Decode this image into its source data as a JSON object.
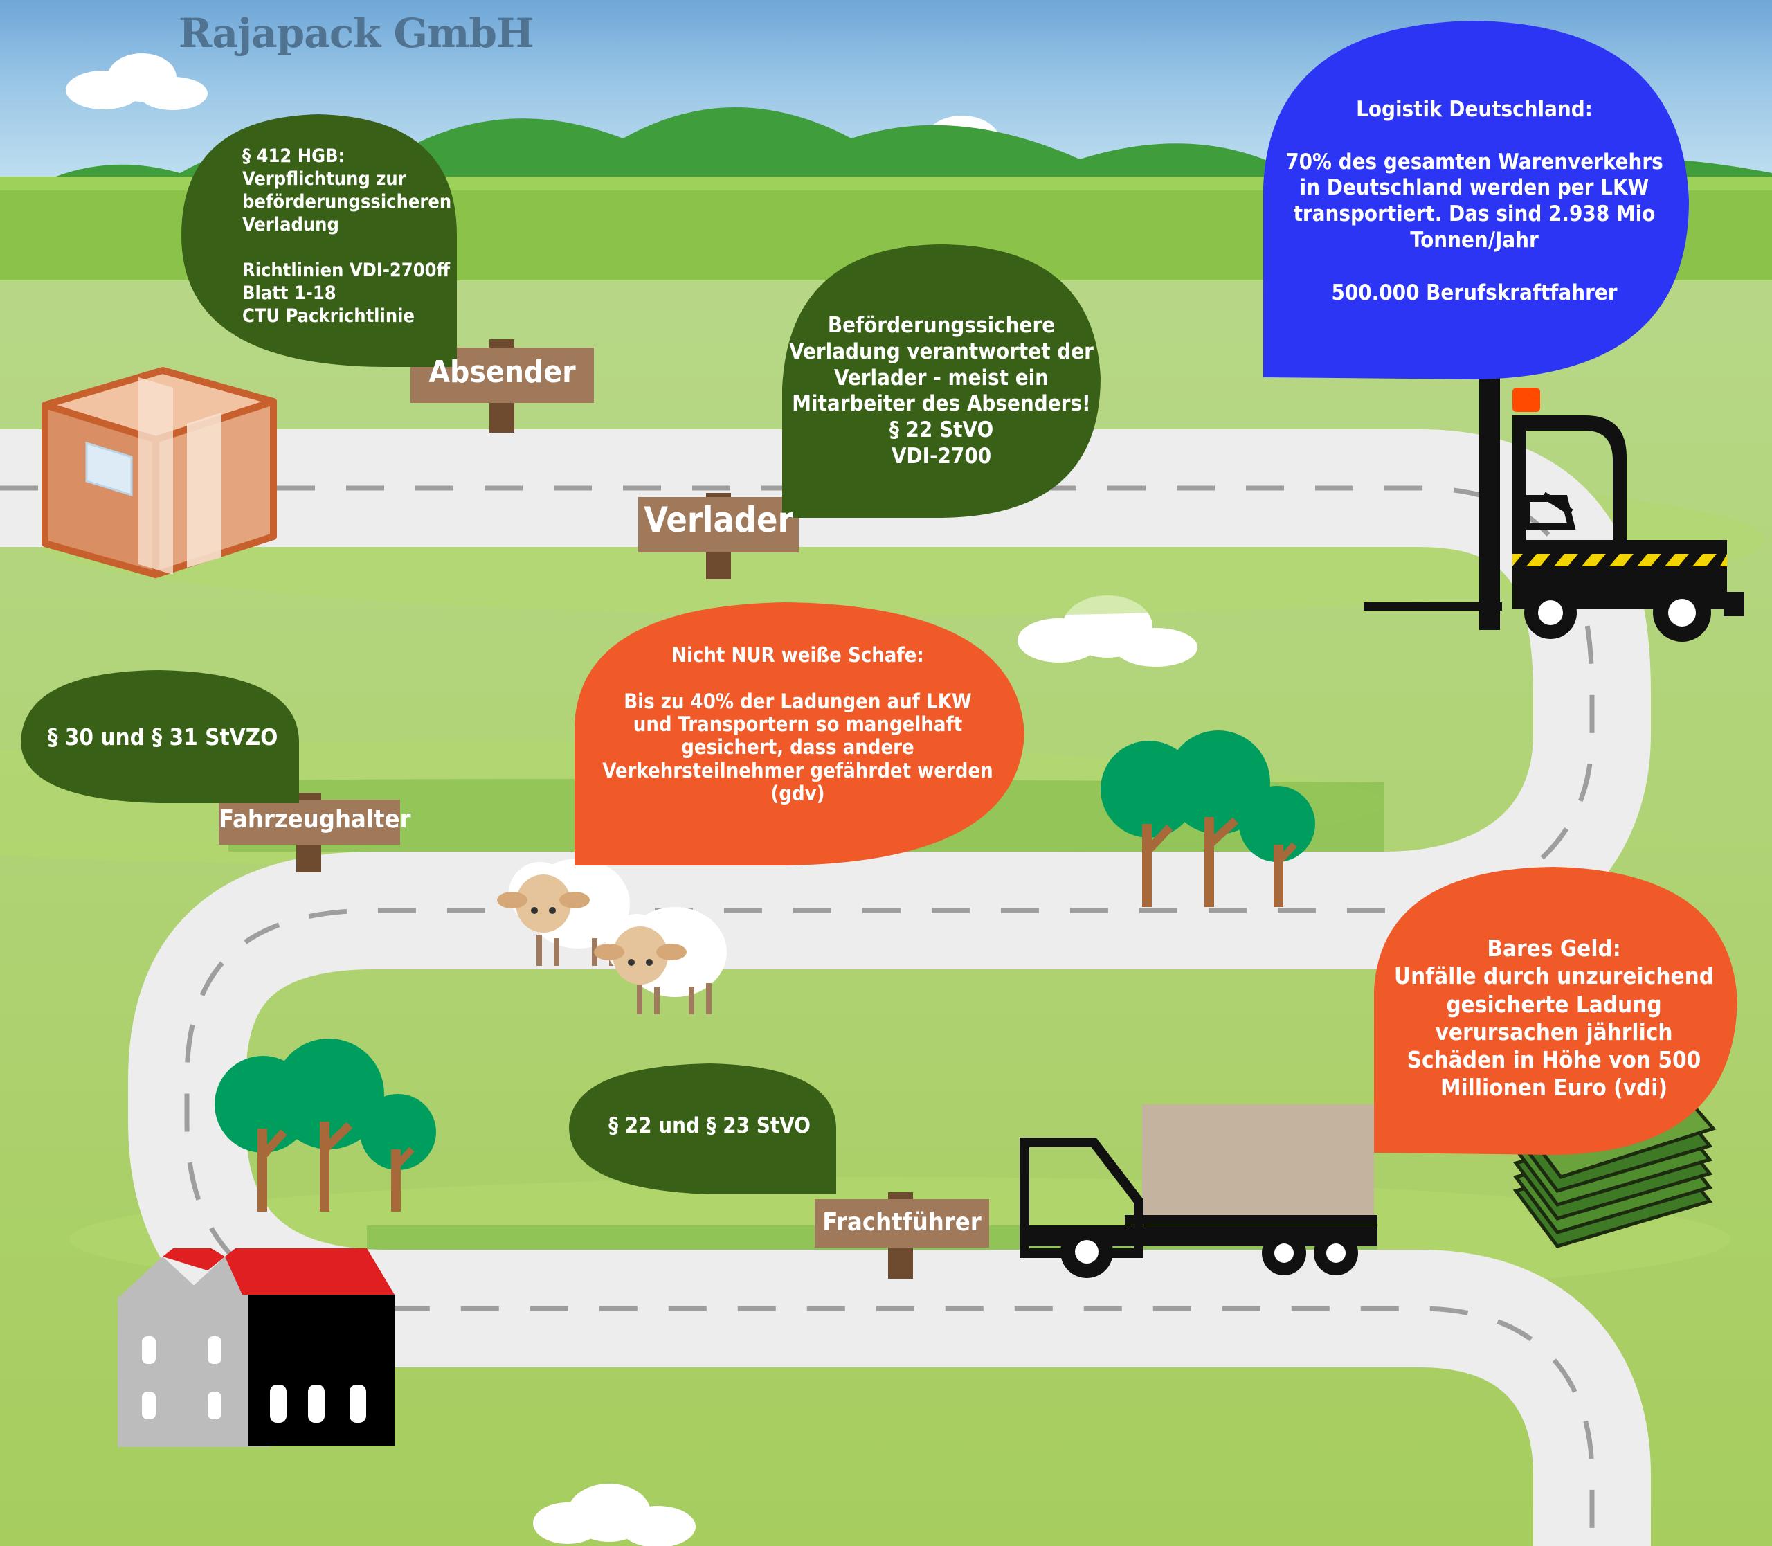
{
  "brand": "Rajapack GmbH",
  "bubbles": {
    "absender_info": "§ 412 HGB:\nVerpflichtung zur\nbeförderungssicheren\nVerladung\n\nRichtlinien VDI-2700ff\nBlatt 1-18\nCTU Packrichtlinie",
    "verlader_info": "Beförderungssichere\nVerladung verantwortet der\nVerlader - meist ein\nMitarbeiter des Absenders!\n§ 22 StVO\nVDI-2700",
    "logistik_info": "Logistik Deutschland:\n\n70% des gesamten Warenverkehrs\nin Deutschland werden per LKW\ntransportiert. Das sind 2.938 Mio\nTonnen/Jahr\n\n500.000 Berufskraftfahrer",
    "fahrzeughalter_info": "§ 30 und § 31 StVZO",
    "schafe_info": "Nicht NUR weiße Schafe:\n\nBis zu 40% der Ladungen auf LKW\nund Transportern so mangelhaft\ngesichert, dass andere\nVerkehrsteilnehmer gefährdet werden\n(gdv)",
    "frachtfuehrer_info": "§ 22 und § 23 StVO",
    "geld_info": "Bares Geld:\nUnfälle durch unzureichend\ngesicherte Ladung\nverursachen jährlich\nSchäden in Höhe von 500\nMillionen Euro (vdi)"
  },
  "signs": {
    "absender": "Absender",
    "verlader": "Verlader",
    "fahrzeughalter": "Fahrzeughalter",
    "frachtfuehrer": "Frachtführer"
  },
  "colors": {
    "dark_green_bubble": "#386117",
    "blue_bubble": "#2d35f5",
    "orange_bubble": "#f05a28",
    "road": "#eeeeee",
    "wood_sign": "#a0785a"
  },
  "icons": [
    "cardboard-box-icon",
    "forklift-icon",
    "sheep-icon",
    "tree-icon",
    "truck-icon",
    "money-stack-icon",
    "house-icon",
    "cloud-icon",
    "hill-icon"
  ]
}
